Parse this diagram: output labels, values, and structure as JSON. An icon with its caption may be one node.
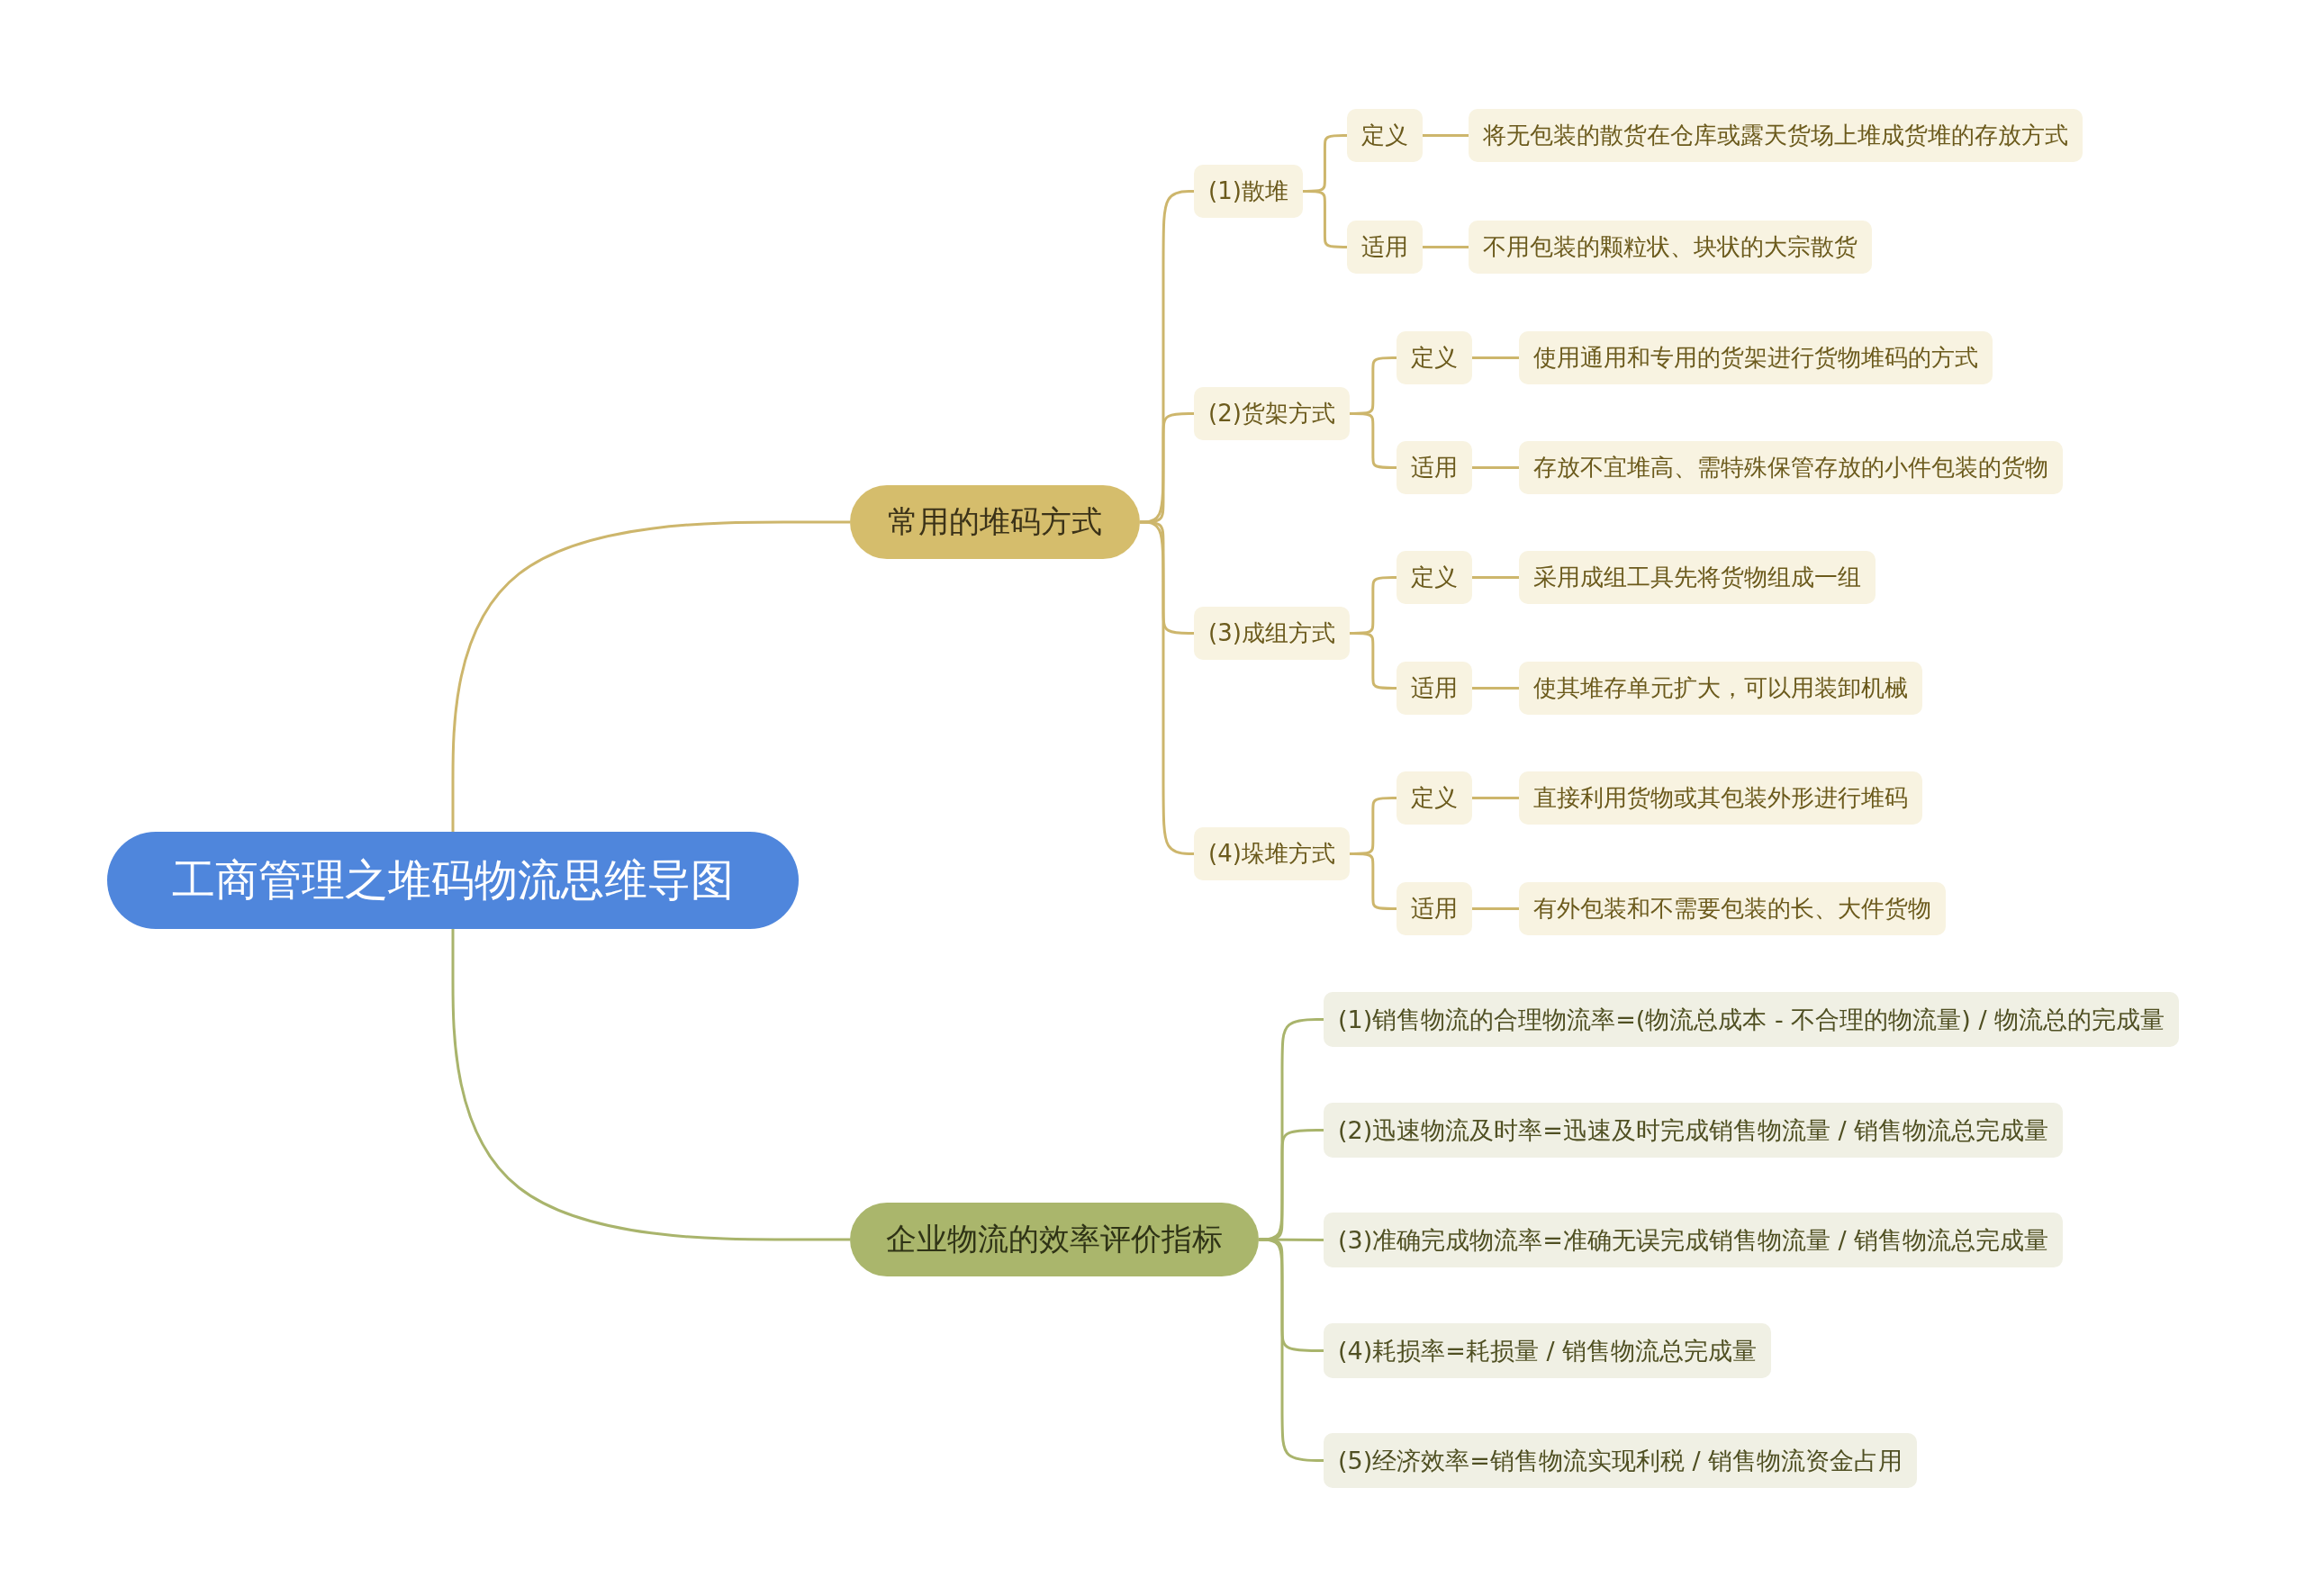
{
  "diagram": {
    "nodes": [
      {
        "text": [
          "工商管理之堆码物流思维导图"
        ]
      },
      {
        "text": [
          "常用的堆码方式"
        ]
      },
      {
        "text": [
          "(1)散堆"
        ]
      },
      {
        "text": [
          "定义"
        ]
      },
      {
        "text": [
          "将无包装的散货在仓库或露天货场上堆成货堆的存放方式"
        ]
      },
      {
        "text": [
          "适用"
        ]
      },
      {
        "text": [
          "不用包装的颗粒状、块状的大宗散货"
        ]
      },
      {
        "text": [
          "(2)货架方式"
        ]
      },
      {
        "text": [
          "定义"
        ]
      },
      {
        "text": [
          "使用通用和专用的货架进行货物堆码的方式"
        ]
      },
      {
        "text": [
          "适用"
        ]
      },
      {
        "text": [
          "存放不宜堆高、需特殊保管存放的小件包装的货物"
        ]
      },
      {
        "text": [
          "(3)成组方式"
        ]
      },
      {
        "text": [
          "定义"
        ]
      },
      {
        "text": [
          "采用成组工具先将货物组成一组"
        ]
      },
      {
        "text": [
          "适用"
        ]
      },
      {
        "text": [
          "使其堆存单元扩大，可以用装卸机械"
        ]
      },
      {
        "text": [
          "(4)垛堆方式"
        ]
      },
      {
        "text": [
          "定义"
        ]
      },
      {
        "text": [
          "直接利用货物或其包装外形进行堆码"
        ]
      },
      {
        "text": [
          "适用"
        ]
      },
      {
        "text": [
          "有外包装和不需要包装的长、大件货物"
        ]
      },
      {
        "text": [
          "企业物流的效率评价指标"
        ]
      },
      {
        "text": [
          "(1)销售物流的合理物流率=(物流总成本 - 不合理的物流量) / 物流总的完成量"
        ]
      },
      {
        "text": [
          "(2)迅速物流及时率=迅速及时完成销售物流量 / 销售物流总完成量"
        ]
      },
      {
        "text": [
          "(3)准确完成物流率=准确无误完成销售物流量 / 销售物流总完成量"
        ]
      },
      {
        "text": [
          "(4)耗损率=耗损量 / 销售物流总完成量"
        ]
      },
      {
        "text": [
          "(5)经济效率=销售物流实现利税 / 销售物流资金占用"
        ]
      }
    ],
    "edges": [
      {
        "from": 0,
        "to": 1,
        "arrow": "none"
      },
      {
        "from": 1,
        "to": 2,
        "arrow": "none"
      },
      {
        "from": 2,
        "to": 3,
        "arrow": "none"
      },
      {
        "from": 3,
        "to": 4,
        "arrow": "none"
      },
      {
        "from": 2,
        "to": 5,
        "arrow": "none"
      },
      {
        "from": 5,
        "to": 6,
        "arrow": "none"
      },
      {
        "from": 1,
        "to": 7,
        "arrow": "none"
      },
      {
        "from": 7,
        "to": 8,
        "arrow": "none"
      },
      {
        "from": 8,
        "to": 9,
        "arrow": "none"
      },
      {
        "from": 7,
        "to": 10,
        "arrow": "none"
      },
      {
        "from": 10,
        "to": 11,
        "arrow": "none"
      },
      {
        "from": 1,
        "to": 12,
        "arrow": "none"
      },
      {
        "from": 12,
        "to": 13,
        "arrow": "none"
      },
      {
        "from": 13,
        "to": 14,
        "arrow": "none"
      },
      {
        "from": 12,
        "to": 15,
        "arrow": "none"
      },
      {
        "from": 15,
        "to": 16,
        "arrow": "none"
      },
      {
        "from": 1,
        "to": 17,
        "arrow": "none"
      },
      {
        "from": 17,
        "to": 18,
        "arrow": "none"
      },
      {
        "from": 18,
        "to": 19,
        "arrow": "none"
      },
      {
        "from": 17,
        "to": 20,
        "arrow": "none"
      },
      {
        "from": 20,
        "to": 21,
        "arrow": "none"
      },
      {
        "from": 0,
        "to": 22,
        "arrow": "none",
        "color": "#a9b46c"
      },
      {
        "from": 22,
        "to": 23,
        "arrow": "none",
        "color": "#a9b46c"
      },
      {
        "from": 22,
        "to": 24,
        "arrow": "none",
        "color": "#a9b46c"
      },
      {
        "from": 22,
        "to": 25,
        "arrow": "none",
        "color": "#a9b46c"
      },
      {
        "from": 22,
        "to": 26,
        "arrow": "none",
        "color": "#a9b46c"
      },
      {
        "from": 22,
        "to": 27,
        "arrow": "none",
        "color": "#a9b46c"
      }
    ]
  }
}
